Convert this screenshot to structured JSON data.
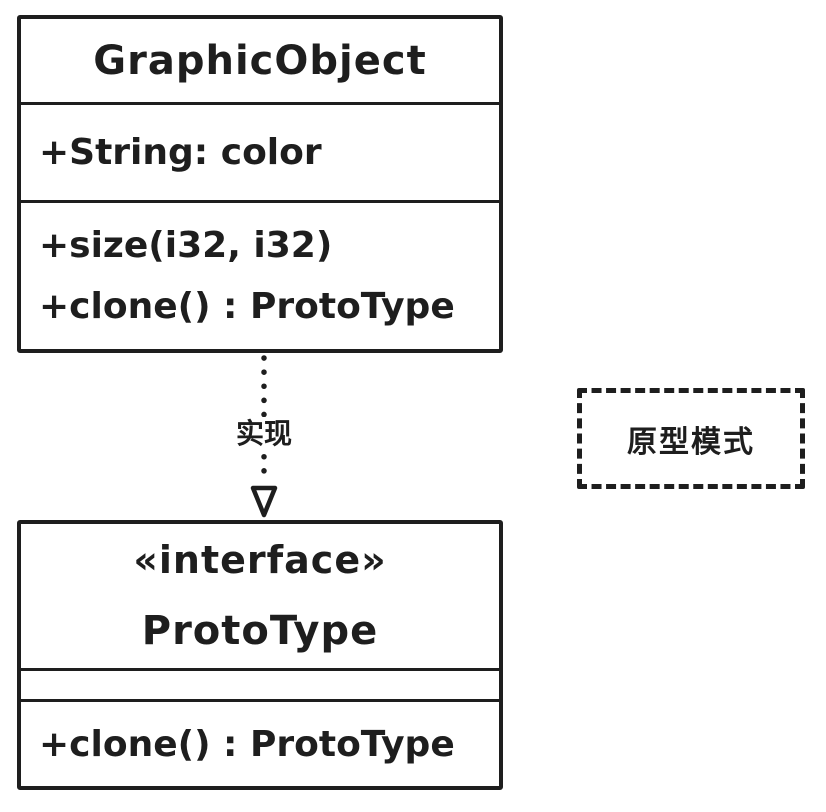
{
  "diagram": {
    "type": "uml-class-diagram",
    "style": "hand-drawn",
    "colors": {
      "stroke": "#1e1e1e",
      "background": "#ffffff"
    },
    "classes": [
      {
        "name": "GraphicObject",
        "stereotype": "",
        "attributes": [
          "+String: color"
        ],
        "methods": [
          "+size(i32, i32)",
          "+clone() : ProtoType"
        ]
      },
      {
        "name": "ProtoType",
        "stereotype": "«interface»",
        "attributes": [],
        "methods": [
          "+clone() : ProtoType"
        ]
      }
    ],
    "relationship": {
      "type": "realization",
      "from": "GraphicObject",
      "to": "ProtoType",
      "label": "实现",
      "line_style": "dotted",
      "arrowhead": "hollow-triangle-down"
    },
    "note": {
      "text": "原型模式",
      "border_style": "dashed"
    }
  }
}
